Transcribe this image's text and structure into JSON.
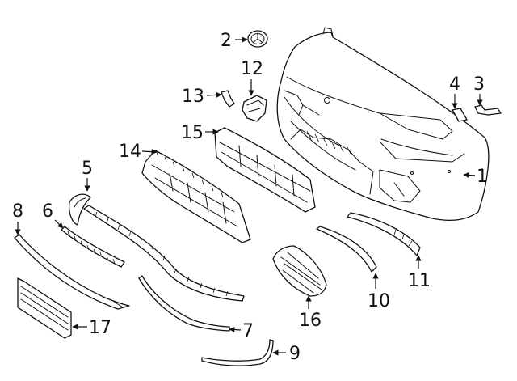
{
  "callouts": [
    {
      "id": "1",
      "label": "1"
    },
    {
      "id": "2",
      "label": "2"
    },
    {
      "id": "3",
      "label": "3"
    },
    {
      "id": "4",
      "label": "4"
    },
    {
      "id": "5",
      "label": "5"
    },
    {
      "id": "6",
      "label": "6"
    },
    {
      "id": "7",
      "label": "7"
    },
    {
      "id": "8",
      "label": "8"
    },
    {
      "id": "9",
      "label": "9"
    },
    {
      "id": "10",
      "label": "10"
    },
    {
      "id": "11",
      "label": "11"
    },
    {
      "id": "12",
      "label": "12"
    },
    {
      "id": "13",
      "label": "13"
    },
    {
      "id": "14",
      "label": "14"
    },
    {
      "id": "15",
      "label": "15"
    },
    {
      "id": "16",
      "label": "16"
    },
    {
      "id": "17",
      "label": "17"
    }
  ],
  "colors": {
    "line": "#111111",
    "background": "#ffffff"
  }
}
